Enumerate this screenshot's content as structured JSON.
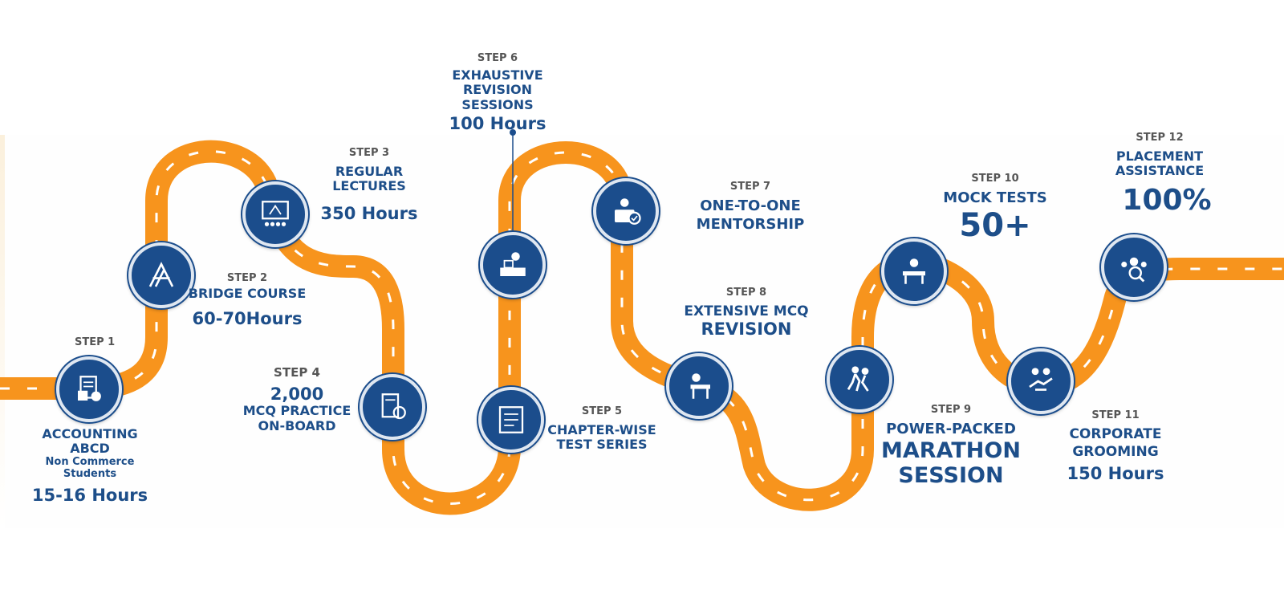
{
  "title": "Learning Roadmap",
  "colors": {
    "road": "#f7941d",
    "node": "#1b4d8c",
    "text": "#1d4e89",
    "step_label": "#555555"
  },
  "steps": [
    {
      "step": "STEP 1",
      "title": "ACCOUNTING",
      "title2": "ABCD",
      "sub": "Non Commerce",
      "sub2": "Students",
      "value": "15-16 Hours",
      "icon": "accounting-icon"
    },
    {
      "step": "STEP 2",
      "title": "BRIDGE COURSE",
      "value": "60-70Hours",
      "icon": "bridge-icon"
    },
    {
      "step": "STEP 3",
      "title": "REGULAR",
      "title2": "LECTURES",
      "value": "350 Hours",
      "icon": "classroom-icon"
    },
    {
      "step": "STEP 4",
      "value": "2,000",
      "title": "MCQ PRACTICE",
      "title2": "ON-BOARD",
      "icon": "mcq-practice-icon"
    },
    {
      "step": "STEP 5",
      "title": "CHAPTER-WISE",
      "title2": "TEST SERIES",
      "icon": "test-series-icon"
    },
    {
      "step": "STEP 6",
      "title": "EXHAUSTIVE REVISION",
      "title2": "SESSIONS",
      "value": "100 Hours",
      "icon": "revision-icon"
    },
    {
      "step": "STEP 7",
      "title": "ONE-TO-ONE",
      "title2": "MENTORSHIP",
      "icon": "mentorship-icon"
    },
    {
      "step": "STEP 8",
      "title": "EXTENSIVE MCQ",
      "title2": "REVISION",
      "icon": "mcq-revision-icon"
    },
    {
      "step": "STEP 9",
      "title": "POWER-PACKED",
      "title2": "MARATHON",
      "title3": "SESSION",
      "icon": "marathon-icon"
    },
    {
      "step": "STEP 10",
      "title": "MOCK TESTS",
      "value": "50+",
      "icon": "mock-test-icon"
    },
    {
      "step": "STEP 11",
      "title": "CORPORATE",
      "title2": "GROOMING",
      "value": "150 Hours",
      "icon": "corporate-icon"
    },
    {
      "step": "STEP 12",
      "title": "PLACEMENT",
      "title2": "ASSISTANCE",
      "value": "100%",
      "icon": "placement-icon"
    }
  ]
}
